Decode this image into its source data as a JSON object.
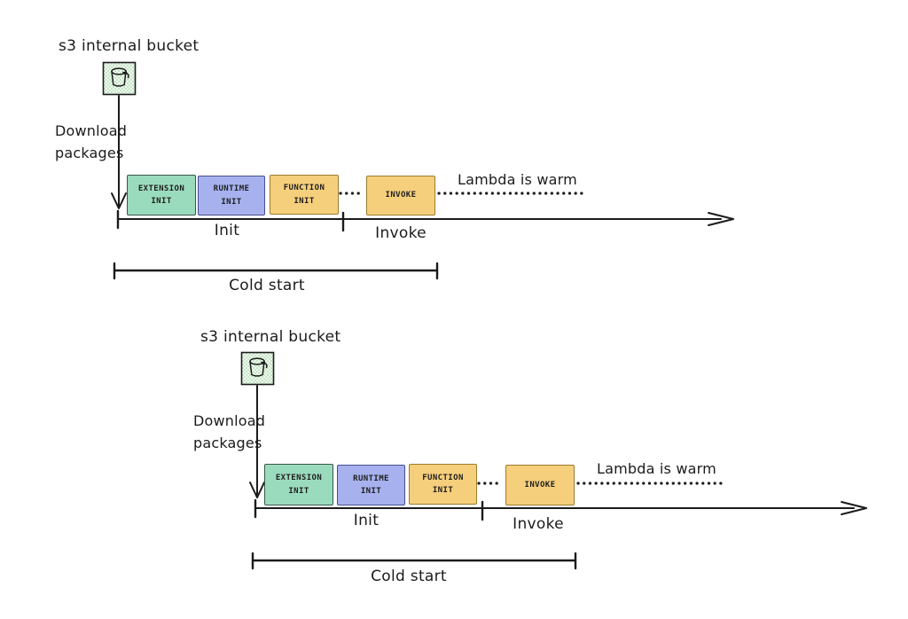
{
  "palette": {
    "stroke": "#1b1b1b",
    "extension_fill": "#9bdbbd",
    "extension_border": "#37584a",
    "runtime_fill": "#a6b1ee",
    "runtime_border": "#474f8e",
    "orange_fill": "#f6cf7c",
    "orange_border": "#9c7b2d",
    "bucket_pattern_green": "#c5e5c5",
    "bucket_pattern_bg": "#f3faf3"
  },
  "timelines": [
    {
      "bucket_label": "s3 internal bucket",
      "download_label": "Download\npackages",
      "phases": [
        {
          "label": "EXTENSION\nINIT"
        },
        {
          "label": "RUNTIME\nINIT"
        },
        {
          "label": "FUNCTION\nINIT"
        },
        {
          "label": "INVOKE"
        }
      ],
      "warm_label": "Lambda is warm",
      "init_label": "Init",
      "invoke_label": "Invoke",
      "cold_start_label": "Cold start"
    },
    {
      "bucket_label": "s3 internal bucket",
      "download_label": "Download\npackages",
      "phases": [
        {
          "label": "EXTENSION\nINIT"
        },
        {
          "label": "RUNTIME\nINIT"
        },
        {
          "label": "FUNCTION\nINIT"
        },
        {
          "label": "INVOKE"
        }
      ],
      "warm_label": "Lambda is warm",
      "init_label": "Init",
      "invoke_label": "Invoke",
      "cold_start_label": "Cold start"
    }
  ]
}
